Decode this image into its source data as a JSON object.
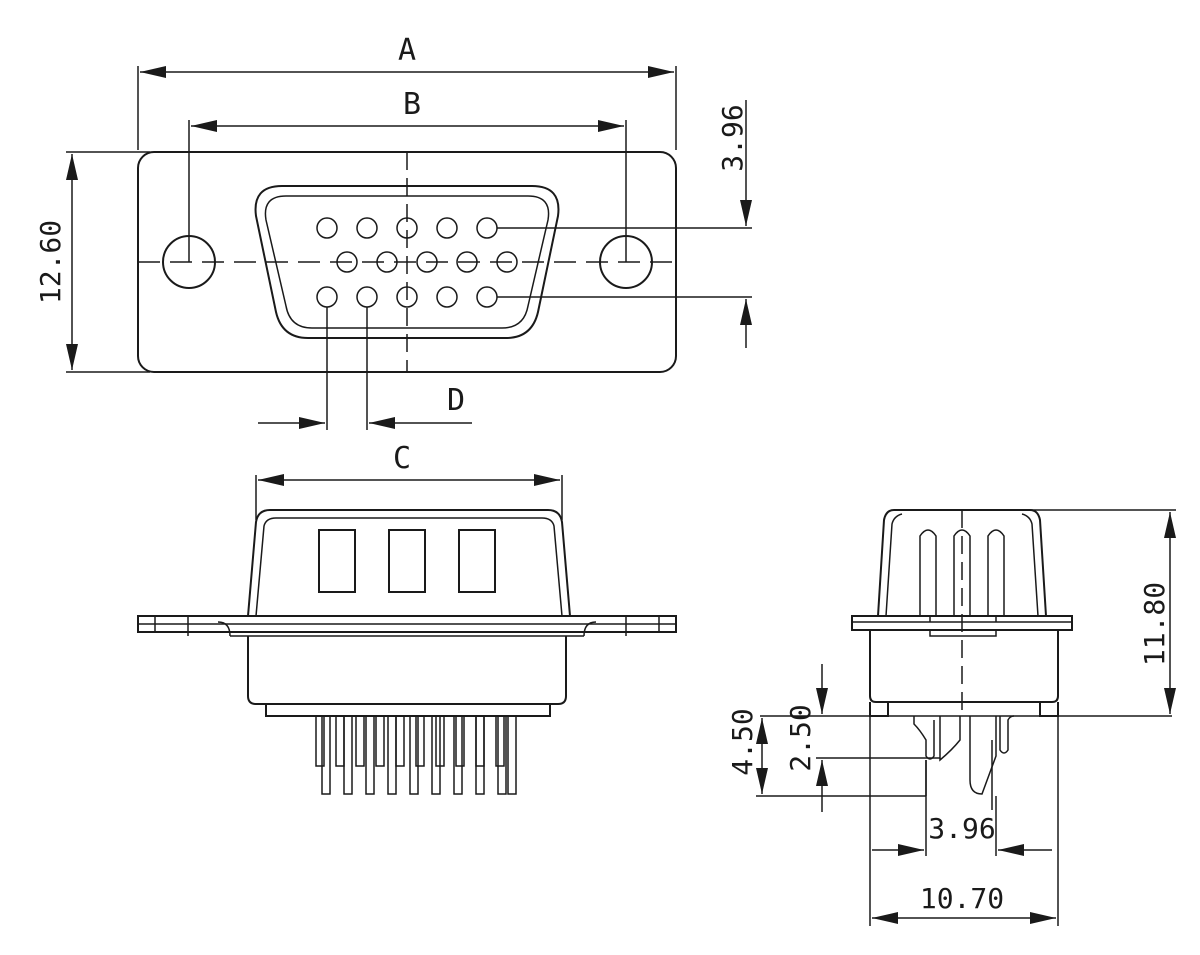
{
  "labels": {
    "A": "A",
    "B": "B",
    "C": "C",
    "D": "D"
  },
  "dimensions": {
    "height_front": "12.60",
    "pin_offset_top": "3.96",
    "side_height": "11.80",
    "tail_length": "4.50",
    "tail_offset": "2.50",
    "row_spacing": "3.96",
    "side_width": "10.70"
  }
}
